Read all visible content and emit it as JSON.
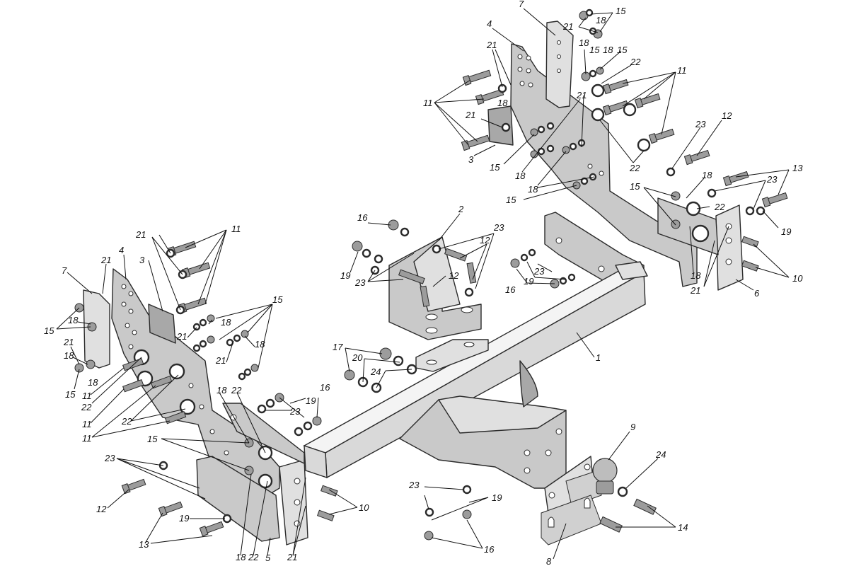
{
  "callouts": {
    "c1": "1",
    "c2": "2",
    "c3a": "3",
    "c3b": "3",
    "c4a": "4",
    "c4b": "4",
    "c5": "5",
    "c6": "6",
    "c7a": "7",
    "c7b": "7",
    "c8": "8",
    "c9": "9",
    "c10a": "10",
    "c10b": "10",
    "c11": "11",
    "c12": "12",
    "c13": "13",
    "c14": "14",
    "c15": "15",
    "c16": "16",
    "c17": "17",
    "c18": "18",
    "c19": "19",
    "c20": "20",
    "c21": "21",
    "c22": "22",
    "c23": "23",
    "c24": "24"
  }
}
